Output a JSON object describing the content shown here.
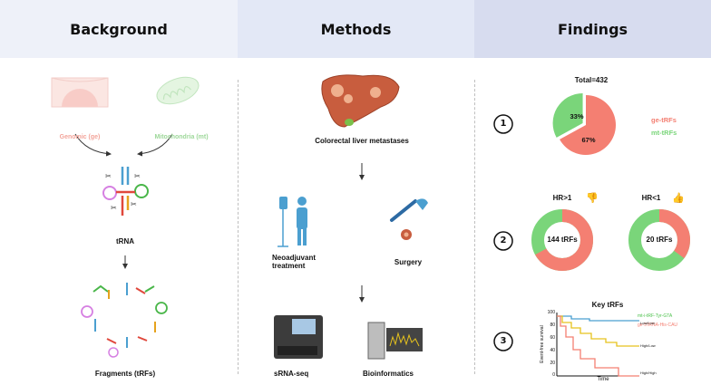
{
  "headers": {
    "background": "Background",
    "methods": "Methods",
    "findings": "Findings"
  },
  "background": {
    "genomic": "Genomic (ge)",
    "mitochondria": "Mitochondria (mt)",
    "trna": "tRNA",
    "fragments": "Fragments (tRFs)"
  },
  "methods": {
    "crlm": "Colorectal liver metastases",
    "neoadjuvant_line1": "Neoadjuvant",
    "neoadjuvant_line2": "treatment",
    "surgery": "Surgery",
    "seq": "sRNA-seq",
    "bioinfo": "Bioinformatics"
  },
  "findings": {
    "steps": [
      "1",
      "2",
      "3"
    ],
    "pie": {
      "total_label": "Total=432",
      "ge_pct": "67%",
      "mt_pct": "33%",
      "ge_value": 67,
      "mt_value": 33,
      "legend_ge": "ge-tRFs",
      "legend_mt": "mt-tRFs"
    },
    "donut1": {
      "title": "HR>1",
      "center": "144 tRFs",
      "red_fraction": 0.67
    },
    "donut2": {
      "title": "HR<1",
      "center": "20 tRFs",
      "red_fraction": 0.35
    },
    "km": {
      "title": "Key tRFs",
      "xlabel": "Time",
      "ylabel": "Event-free survival",
      "yticks": [
        "100",
        "80",
        "60",
        "40",
        "20",
        "0"
      ],
      "legend": [
        "mt-i-tRF-Tyr-GTA",
        "ge-5'tRNA-His-CAU"
      ],
      "end_labels": [
        "Low/Low",
        "High/Low",
        "High/High"
      ]
    }
  },
  "colors": {
    "red": "#f47f72",
    "green": "#7ad57a",
    "blue": "#4b9fd0",
    "yellow": "#e6c21d"
  }
}
